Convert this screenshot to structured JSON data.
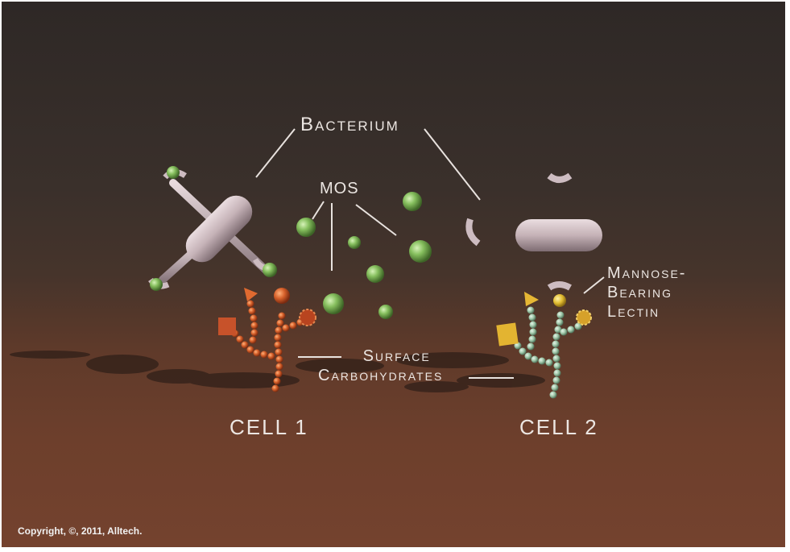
{
  "labels": {
    "bacterium": "Bacterium",
    "mos": "MOS",
    "mannose_line1": "Mannose-",
    "mannose_line2": "Bearing",
    "mannose_line3": "Lectin",
    "surface_line1": "Surface",
    "surface_line2": "Carbohydrates",
    "cell1": "CELL 1",
    "cell2": "CELL 2",
    "copyright": "Copyright, ©, 2011, Alltech."
  },
  "colors": {
    "bacterium_body": "#c9b6bb",
    "mos_sphere": "#8fc66a",
    "cell1_chain": "#d8682e",
    "cell2_chain": "#9fc6a9",
    "lectin_tip": "#e5c23a"
  }
}
